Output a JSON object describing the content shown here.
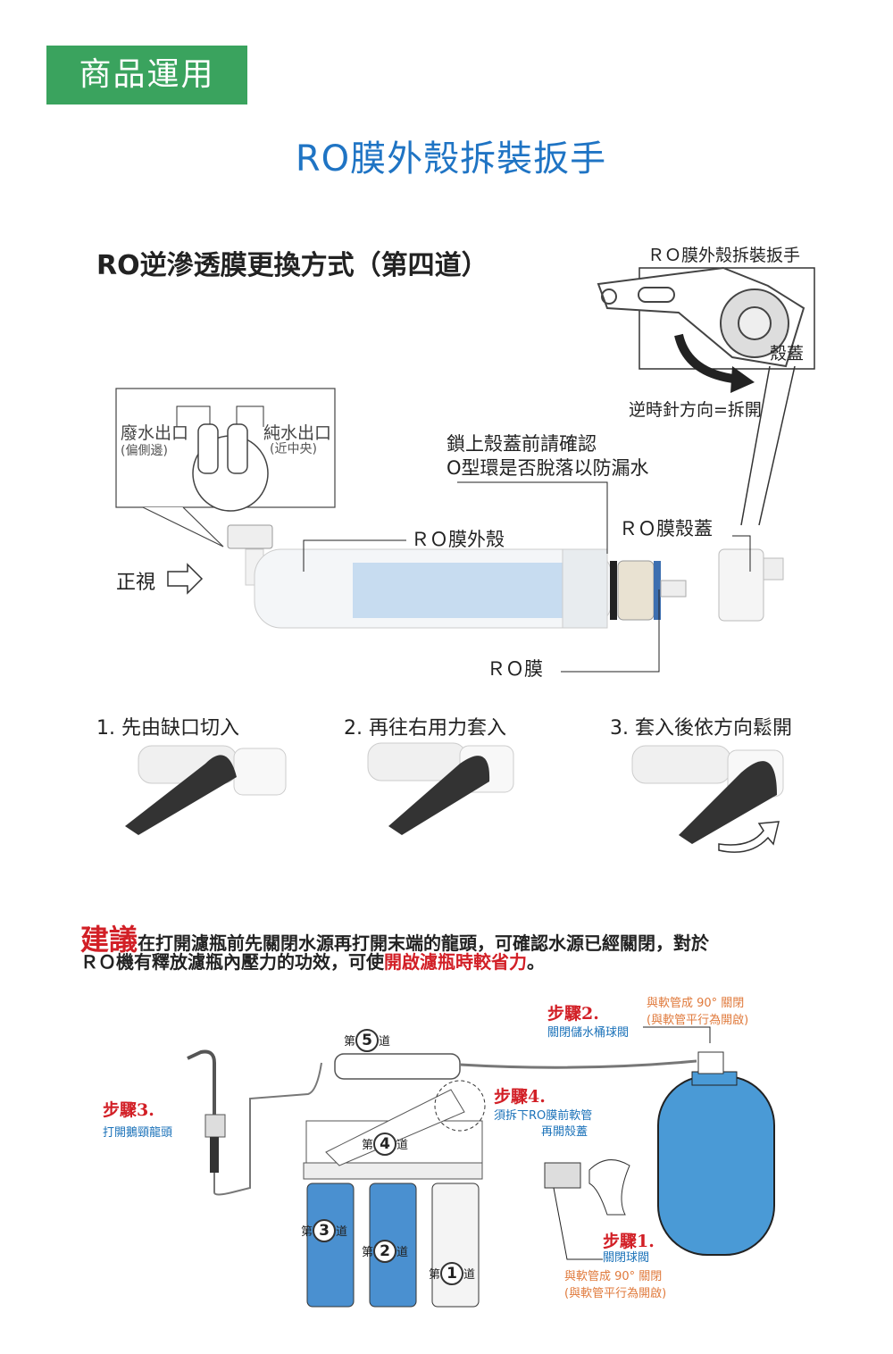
{
  "header": {
    "section_label": "商品運用"
  },
  "title": "RO膜外殼拆裝扳手",
  "subtitle": "RO逆滲透膜更換方式（第四道）",
  "diagram": {
    "wrench_box_label": "ＲＯ膜外殼拆裝扳手",
    "cap_label": "殼蓋",
    "direction_label": "逆時針方向=拆開",
    "waste_outlet": "廢水出口",
    "waste_note": "(偏側邊)",
    "pure_outlet": "純水出口",
    "pure_note": "(近中央)",
    "oring_note_1": "鎖上殼蓋前請確認",
    "oring_note_2": "O型環是否脫落以防漏水",
    "housing_label": "ＲＯ膜外殼",
    "cap_housing_label": "ＲＯ膜殼蓋",
    "front_view": "正視",
    "membrane_label": "ＲＯ膜"
  },
  "steps": [
    "1. 先由缺口切入",
    "2. 再往右用力套入",
    "3. 套入後依方向鬆開"
  ],
  "suggestion": {
    "lead": "建議",
    "line1": "在打開濾瓶前先關閉水源再打開末端的龍頭，可確認水源已經關閉，對於",
    "line2a": "ＲＯ機有釋放濾瓶內壓力的功效，可使",
    "line2b": "開啟濾瓶時較省力",
    "line2c": "。"
  },
  "system": {
    "step1_title": "步驟1.",
    "step1_desc": "關閉球閥",
    "step1_note1": "與軟管成 90° 關閉",
    "step1_note2": "(與軟管平行為開啟)",
    "step2_title": "步驟2.",
    "step2_desc": "關閉儲水桶球閥",
    "step2_note1": "與軟管成 90° 關閉",
    "step2_note2": "(與軟管平行為開啟)",
    "step3_title": "步驟3.",
    "step3_desc": "打開鵝頸龍頭",
    "step4_title": "步驟4.",
    "step4_desc1": "須拆下RO膜前軟管",
    "step4_desc2": "再開殼蓋",
    "stage_prefix": "第",
    "stage_suffix": "道",
    "stages": [
      "1",
      "2",
      "3",
      "4",
      "5"
    ]
  },
  "colors": {
    "green": "#3aa35e",
    "blue": "#1f74c4",
    "red": "#d21f26",
    "orange": "#e07a3c",
    "tank": "#4a9ad6"
  }
}
